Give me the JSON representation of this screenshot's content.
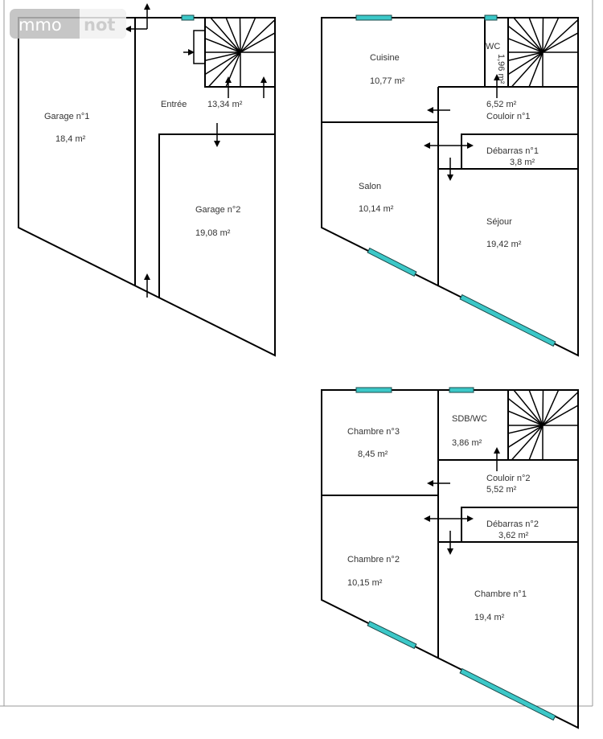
{
  "watermark": {
    "part1": "mmo",
    "part2": "not"
  },
  "plans": {
    "ground": {
      "rooms": [
        {
          "name": "Garage n°1",
          "area": "18,4  m²"
        },
        {
          "name": "Entrée",
          "area": "13,34  m²"
        },
        {
          "name": "Garage n°2",
          "area": "19,08  m²"
        }
      ]
    },
    "first": {
      "rooms": [
        {
          "name": "Cuisine",
          "area": "10,77  m²"
        },
        {
          "name": "WC",
          "area": "1,96  m²"
        },
        {
          "name": "Couloir n°1",
          "area": "6,52  m²"
        },
        {
          "name": "Débarras n°1",
          "area": "3,8  m²"
        },
        {
          "name": "Salon",
          "area": "10,14  m²"
        },
        {
          "name": "Séjour",
          "area": "19,42  m²"
        }
      ]
    },
    "second": {
      "rooms": [
        {
          "name": "Chambre n°3",
          "area": "8,45  m²"
        },
        {
          "name": "SDB/WC",
          "area": "3,86  m²"
        },
        {
          "name": "Couloir n°2",
          "area": "5,52  m²"
        },
        {
          "name": "Débarras n°2",
          "area": "3,62  m²"
        },
        {
          "name": "Chambre n°2",
          "area": "10,15  m²"
        },
        {
          "name": "Chambre n°1",
          "area": "19,4  m²"
        }
      ]
    }
  },
  "colors": {
    "window": "#3cc8c8",
    "wall": "#000000",
    "text": "#333333"
  }
}
